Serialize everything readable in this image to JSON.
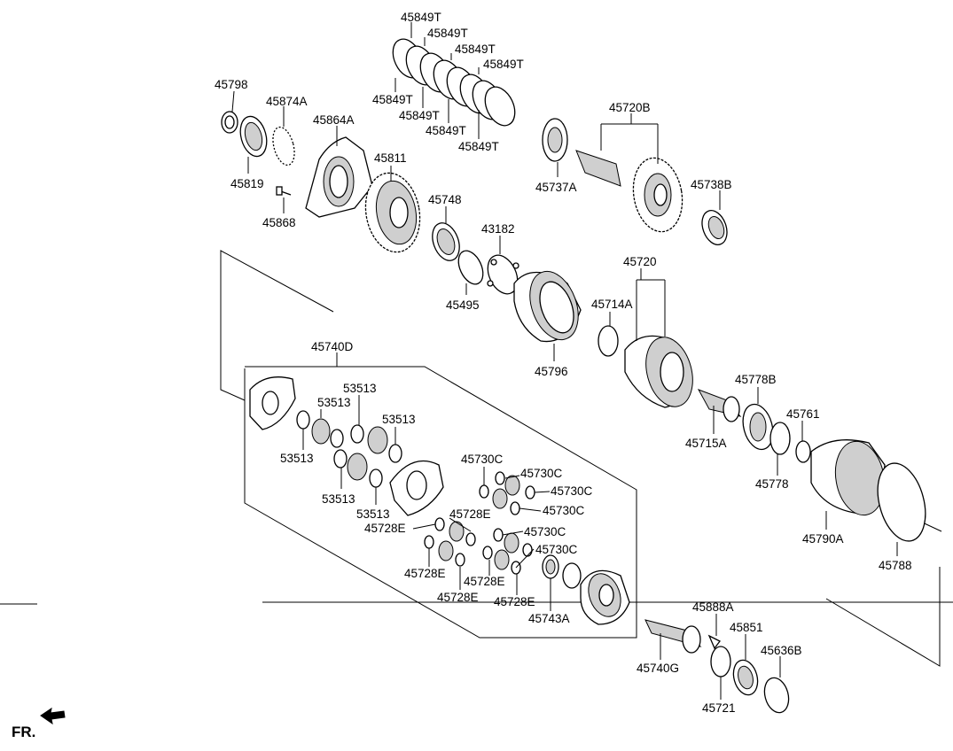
{
  "labels": {
    "p45849T_1": "45849T",
    "p45849T_2": "45849T",
    "p45849T_3": "45849T",
    "p45849T_4": "45849T",
    "p45849T_5": "45849T",
    "p45849T_6": "45849T",
    "p45849T_7": "45849T",
    "p45849T_8": "45849T",
    "p45798": "45798",
    "p45874A": "45874A",
    "p45864A": "45864A",
    "p45819": "45819",
    "p45811": "45811",
    "p45868": "45868",
    "p45748": "45748",
    "p43182": "43182",
    "p45495": "45495",
    "p45720B": "45720B",
    "p45737A": "45737A",
    "p45738B": "45738B",
    "p45720": "45720",
    "p45714A": "45714A",
    "p45796": "45796",
    "p45740D": "45740D",
    "p53513_1": "53513",
    "p53513_2": "53513",
    "p53513_3": "53513",
    "p53513_4": "53513",
    "p53513_5": "53513",
    "p53513_6": "53513",
    "p45778B": "45778B",
    "p45761": "45761",
    "p45715A": "45715A",
    "p45778": "45778",
    "p45730C_1": "45730C",
    "p45730C_2": "45730C",
    "p45730C_3": "45730C",
    "p45730C_4": "45730C",
    "p45730C_5": "45730C",
    "p45730C_6": "45730C",
    "p45728E_1": "45728E",
    "p45728E_2": "45728E",
    "p45728E_3": "45728E",
    "p45728E_4": "45728E",
    "p45728E_5": "45728E",
    "p45728E_6": "45728E",
    "p45743A": "45743A",
    "p45790A": "45790A",
    "p45788": "45788",
    "p45888A": "45888A",
    "p45851": "45851",
    "p45636B": "45636B",
    "p45740G": "45740G",
    "p45721": "45721"
  },
  "front_indicator": {
    "label": "FR.",
    "icon": "arrow-left-icon"
  }
}
